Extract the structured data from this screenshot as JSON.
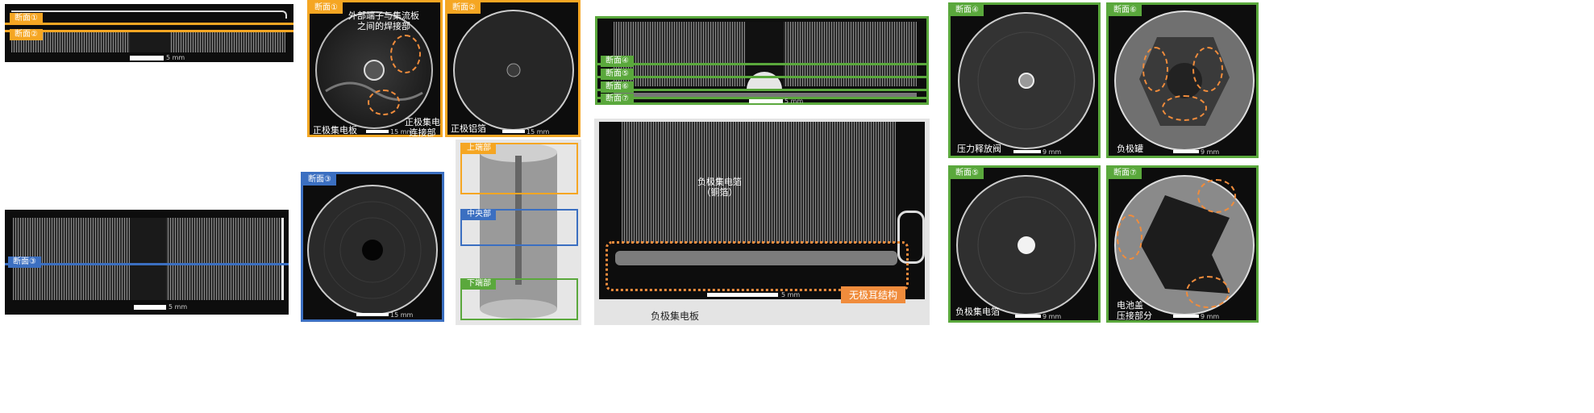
{
  "colors": {
    "orange": "#f5a623",
    "green": "#5aa83c",
    "blue": "#3b6fc1",
    "accent": "#f08c3c"
  },
  "top_left": {
    "labels": [
      "断面①",
      "断面②"
    ],
    "scale": "5 mm"
  },
  "bottom_left": {
    "label": "断面③",
    "scale": "5 mm"
  },
  "sec1": {
    "tag": "断面①",
    "ann_top": "外部端子与集流板\n之间的焊接部",
    "ann_bl": "正极集电板",
    "ann_br": "正极集电\n连接部",
    "scale": "15 mm"
  },
  "sec2": {
    "tag": "断面②",
    "ann_bl": "正极铝箔",
    "scale": "15 mm"
  },
  "sec3": {
    "tag": "断面③",
    "scale": "15 mm"
  },
  "cyl": {
    "top": "上端部",
    "mid": "中央部",
    "bot": "下端部"
  },
  "center_top": {
    "labels": [
      "断面④",
      "断面⑤",
      "断面⑥",
      "断面⑦"
    ],
    "scale": "5 mm"
  },
  "center_bottom": {
    "ann_foil": "负极集电箔\n（铜箔）",
    "ann_plate": "负极集电板",
    "scale": "5 mm",
    "badge": "无极耳结构"
  },
  "sec4": {
    "tag": "断面④",
    "ann": "压力释放阀",
    "scale": "9 mm"
  },
  "sec6": {
    "tag": "断面⑥",
    "ann": "负极罐",
    "scale": "9 mm"
  },
  "sec5": {
    "tag": "断面⑤",
    "ann": "负极集电箔",
    "scale": "9 mm"
  },
  "sec7": {
    "tag": "断面⑦",
    "ann": "电池盖\n压接部分",
    "scale": "9 mm"
  }
}
